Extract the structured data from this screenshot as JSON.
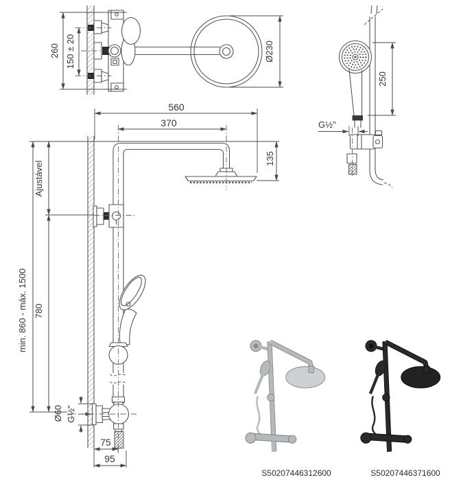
{
  "plan_view": {
    "dim_plate_width": "260",
    "dim_inlet_spacing": "150 ± 20",
    "dim_head_diameter": "Ø230"
  },
  "handshower_view": {
    "dim_length": "250",
    "thread_size": "G½\""
  },
  "front_view": {
    "dim_arm_reach_total": "560",
    "dim_arm_reach_center": "370",
    "dim_head_drop": "135",
    "label_adjustable": "Ajustável",
    "dim_install_height_range": "min. 860 - máx. 1500",
    "dim_rail_to_valve": "780",
    "dim_escutcheon_diameter": "Ø60",
    "thread_size": "G½\"",
    "dim_valve_depth": "75",
    "dim_outlet_depth": "95"
  },
  "products": [
    {
      "finish": "chrome",
      "code": "S50207446312600",
      "body_color": "#b7babd"
    },
    {
      "finish": "matte-black",
      "code": "S50207446371600",
      "body_color": "#2a2a2a"
    }
  ],
  "colors": {
    "line": "#555555",
    "text": "#353535",
    "background": "#ffffff"
  }
}
